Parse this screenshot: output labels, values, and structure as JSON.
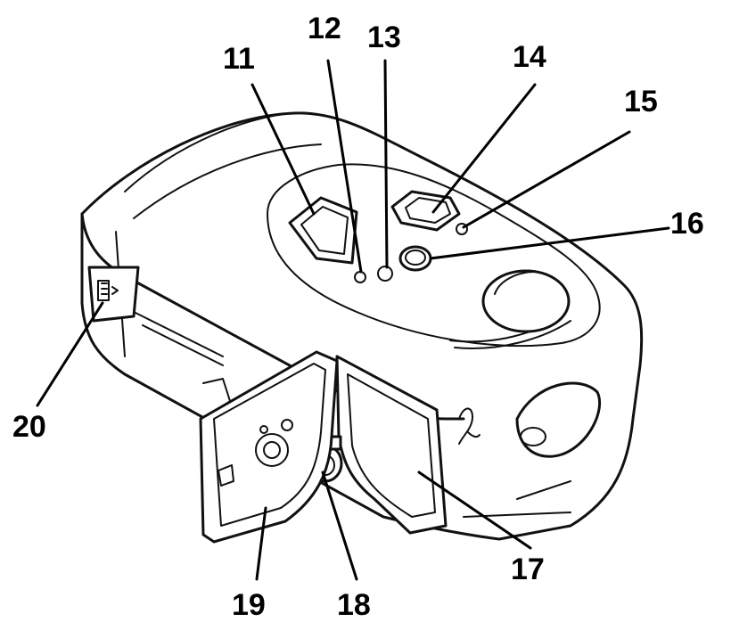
{
  "callouts": [
    {
      "id": "11",
      "text": "11"
    },
    {
      "id": "12",
      "text": "12"
    },
    {
      "id": "13",
      "text": "13"
    },
    {
      "id": "14",
      "text": "14"
    },
    {
      "id": "15",
      "text": "15"
    },
    {
      "id": "16",
      "text": "16"
    },
    {
      "id": "17",
      "text": "17"
    },
    {
      "id": "18",
      "text": "18"
    },
    {
      "id": "19",
      "text": "19"
    },
    {
      "id": "20",
      "text": "20"
    }
  ]
}
